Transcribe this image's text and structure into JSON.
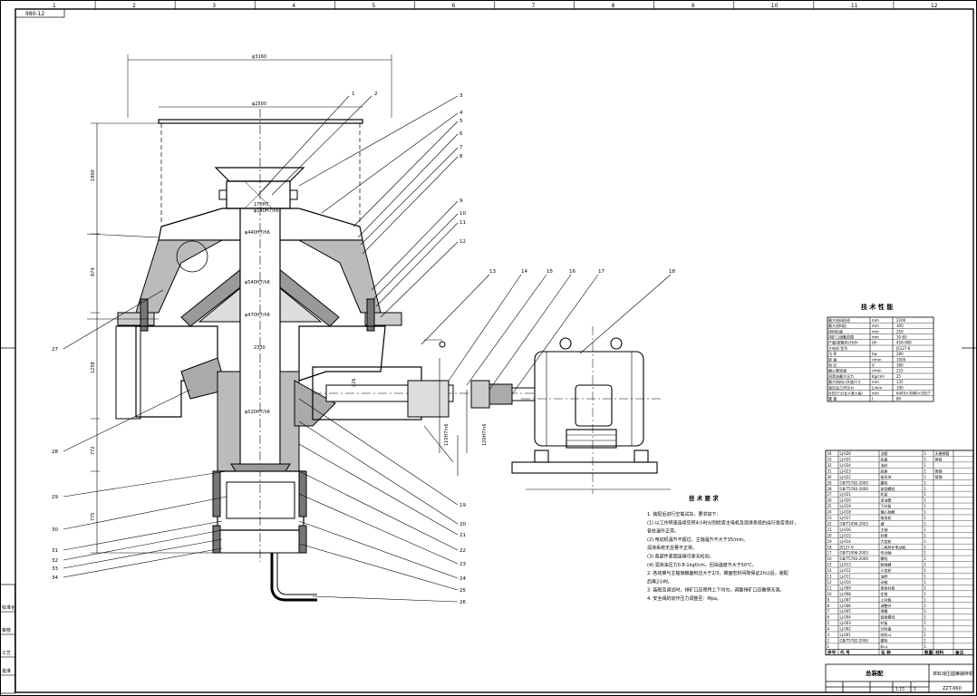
{
  "drawing": {
    "corner_code": "980-12",
    "grid_columns": [
      "1",
      "2",
      "3",
      "4",
      "5",
      "6",
      "7",
      "8",
      "9",
      "10",
      "11",
      "12"
    ],
    "dimensions": {
      "top_width": "φ3160",
      "hopper_width": "φ2500",
      "left_height_1": "1900",
      "left_height_2": "874",
      "left_height_3": "1258",
      "left_height_4": "772",
      "left_height_5": "775",
      "fit_1": "φ140H7/h6",
      "fit_2": "φ440H7/h6",
      "fit_3": "φ540H7/h6",
      "fit_4": "φ470H7/h6",
      "fit_5": "φ520H7/h6",
      "center_dim": "2330",
      "shaft_dim": "170H7",
      "side_dim_1": "226",
      "side_dim_2": "110H7/n6",
      "side_dim_3": "120H7/n6"
    },
    "balloons_right": [
      "1",
      "2",
      "3",
      "4",
      "5",
      "6",
      "7",
      "8",
      "9",
      "10",
      "11",
      "12",
      "13",
      "14",
      "15",
      "16",
      "17",
      "18",
      "19",
      "20",
      "21",
      "22",
      "23",
      "24",
      "25",
      "26"
    ],
    "balloons_left": [
      "27",
      "28",
      "29",
      "30",
      "31",
      "32",
      "33",
      "34"
    ]
  },
  "performance_table": {
    "title": "技 术 性 能",
    "rows": [
      [
        "最大给料粒径",
        "mm",
        "2200"
      ],
      [
        "最大进料粒",
        "mm",
        "300"
      ],
      [
        "排料粒度",
        "mm",
        "250"
      ],
      [
        "排矿口调整范围",
        "mm",
        "30-60"
      ],
      [
        "产量(按粗碎计)t/h",
        "t/h",
        "456-900"
      ],
      [
        "主电机 型号",
        "",
        "JS127-6"
      ],
      [
        "功 率",
        "kw",
        "280"
      ],
      [
        "转 速",
        "r/min",
        "1000"
      ],
      [
        "电 压",
        "V",
        "380"
      ],
      [
        "偏心套转速",
        "r/min",
        "225"
      ],
      [
        "润滑油最大压力",
        "Kg/cm²",
        "25"
      ],
      [
        "最大给料口开度尺寸",
        "mm",
        "135"
      ],
      [
        "液压站工作压力",
        "L/min",
        "190"
      ],
      [
        "外形尺寸(长×宽×高)",
        "mm",
        "6445×3980×5057"
      ],
      [
        "重 量",
        "t",
        "80"
      ]
    ]
  },
  "tech_requirements": {
    "title": "技 术 要 求",
    "lines": [
      "1. 装配后进行空载试车，要求如下：",
      "(1) 以工作转速连续空转4小时分别检查主电机及润滑系统的运行是否良好，",
      "各处温升正常。",
      "(2) 电动机温升不超过，主轴温升不大于35/min。",
      "润滑系统无显著不正常。",
      "(3) 各部件紧固连接可靠无松动。",
      "(4) 润滑油压力0.8-1kgf/cm，回油温度不大于50℃。",
      "2. 各动锥与主轴接触面积应大于2/3，锥面密封间隙保证2h以后，装配",
      "后再2小时。",
      "3. 装配及调试时，排矿口应保持上下均匀，调整排矿口应确保无误。",
      "4. 安全阀的动作压力调整至：Mpa。"
    ]
  },
  "bom": {
    "header": [
      "序号",
      "代 号",
      "名 称",
      "数量",
      "材料",
      "备注"
    ],
    "rows": [
      [
        "34",
        "LJ-026",
        "油管",
        "1",
        "无缝钢管",
        ""
      ],
      [
        "33",
        "LJ-025",
        "底盖",
        "1",
        "铸铁",
        ""
      ],
      [
        "32",
        "LJ-024",
        "油封",
        "1",
        "",
        ""
      ],
      [
        "31",
        "LJ-023",
        "底座",
        "1",
        "铸钢",
        ""
      ],
      [
        "30",
        "LJ-022",
        "锥形块",
        "1",
        "铸钢",
        ""
      ],
      [
        "29",
        "GB/T5782-2000",
        "螺栓",
        "1",
        "",
        ""
      ],
      [
        "28",
        "GB/T5783-2000",
        "紧固螺栓",
        "1",
        "",
        ""
      ],
      [
        "27",
        "LJ-021",
        "机架",
        "1",
        "",
        ""
      ],
      [
        "26",
        "LJ-020",
        "进油管",
        "1",
        "",
        ""
      ],
      [
        "25",
        "LJ-019",
        "下衬板",
        "1",
        "",
        ""
      ],
      [
        "24",
        "LJ-018",
        "偏心轴套",
        "1",
        "",
        ""
      ],
      [
        "23",
        "LJ-017",
        "锥齿轮",
        "1",
        "",
        ""
      ],
      [
        "22",
        "GB/T1096-2003",
        "键",
        "1",
        "",
        ""
      ],
      [
        "21",
        "LJ-016",
        "主轴",
        "1",
        "",
        ""
      ],
      [
        "20",
        "LJ-015",
        "衬套",
        "1",
        "",
        ""
      ],
      [
        "19",
        "LJ-014",
        "大齿轮",
        "1",
        "",
        ""
      ],
      [
        "18",
        "JS127-6",
        "三相异步电动机",
        "1",
        "",
        ""
      ],
      [
        "17",
        "GB/T1096-2003",
        "传动轴",
        "1",
        "",
        ""
      ],
      [
        "16",
        "GB/T5783-2000",
        "螺栓",
        "1",
        "",
        ""
      ],
      [
        "15",
        "LJ-013",
        "联轴器",
        "1",
        "",
        ""
      ],
      [
        "14",
        "LJ-012",
        "小齿轮",
        "1",
        "",
        ""
      ],
      [
        "13",
        "LJ-011",
        "油杯",
        "1",
        "",
        ""
      ],
      [
        "12",
        "LJ-010",
        "动锥",
        "1",
        "",
        ""
      ],
      [
        "11",
        "LJ-009",
        "锥体衬板",
        "1",
        "",
        ""
      ],
      [
        "10",
        "LJ-008",
        "定锥",
        "1",
        "",
        ""
      ],
      [
        "9",
        "LJ-007",
        "上衬板",
        "1",
        "",
        ""
      ],
      [
        "8",
        "LJ-006",
        "调整环",
        "1",
        "",
        ""
      ],
      [
        "7",
        "LJ-005",
        "弹簧",
        "1",
        "",
        ""
      ],
      [
        "6",
        "LJ-004",
        "锁紧螺母",
        "1",
        "",
        ""
      ],
      [
        "5",
        "LJ-003",
        "衬板",
        "1",
        "",
        ""
      ],
      [
        "4",
        "LJ-002",
        "分料盘",
        "1",
        "",
        ""
      ],
      [
        "3",
        "LJ-001",
        "给料斗",
        "1",
        "",
        ""
      ],
      [
        "2",
        "GB/T5782-2000",
        "螺栓",
        "1",
        "",
        ""
      ],
      [
        "1",
        "",
        "料斗",
        "1",
        "",
        ""
      ]
    ]
  },
  "title_block": {
    "assembly": "总装配",
    "product": "单缸液压圆锥破碎机",
    "drawing_no": "ZZT-660",
    "scale": "1:15",
    "sheet": "1"
  },
  "left_strip": [
    "标准化",
    "审核",
    "工艺",
    "批准"
  ]
}
